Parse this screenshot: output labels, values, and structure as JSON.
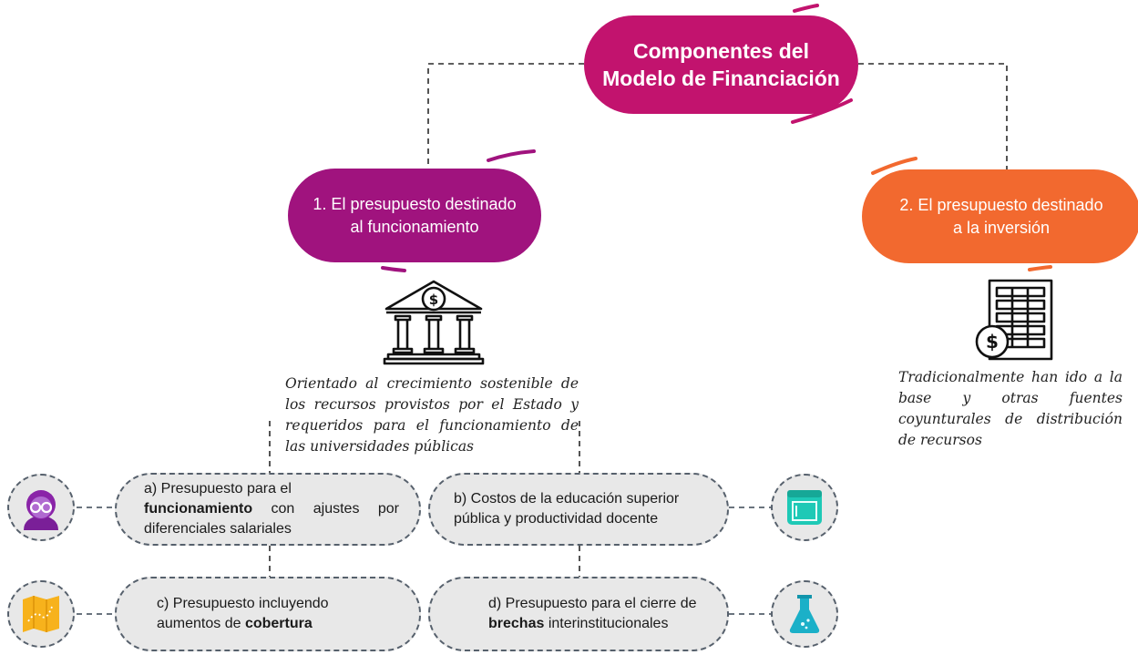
{
  "main_node": {
    "line1": "Componentes del",
    "line2": "Modelo de Financiación"
  },
  "operation_node": {
    "line1": "1. El presupuesto destinado",
    "line2": "al funcionamiento"
  },
  "investment_node": {
    "line1": "2. El presupuesto destinado",
    "line2": "a la inversión"
  },
  "operation_description": "Orientado al crecimiento sostenible de los recursos provistos por el Estado y requeridos para el funcionamiento de las universidades públicas",
  "investment_description": "Tradicionalmente han ido a la base y otras fuentes coyunturales de distribución de recursos",
  "sub_items": {
    "a": {
      "prefix": "a) Presupuesto para el",
      "bold": "funcionamiento",
      "suffix": " con ajustes por diferenciales salariales"
    },
    "b": {
      "text": "b) Costos de la educación superior pública y productividad docente"
    },
    "c": {
      "prefix": "c) Presupuesto incluyendo aumentos de ",
      "bold": "cobertura",
      "suffix": ""
    },
    "d": {
      "prefix": "d) Presupuesto para el cierre de ",
      "bold": "brechas",
      "suffix": " interinstitucionales"
    }
  },
  "icons": {
    "operation": "bank-dollar-icon",
    "investment": "ledger-dollar-icon",
    "a": "teacher-person-icon",
    "b": "tablet-icon",
    "c": "map-icon",
    "d": "flask-icon"
  },
  "colors": {
    "main": "#c2136e",
    "operation": "#a0137e",
    "investment": "#f2692f",
    "person_icon": "#8a24a8",
    "tablet_icon": "#1ec9b6",
    "map_icon": "#f7b21c",
    "flask_icon": "#1bb0c8"
  }
}
